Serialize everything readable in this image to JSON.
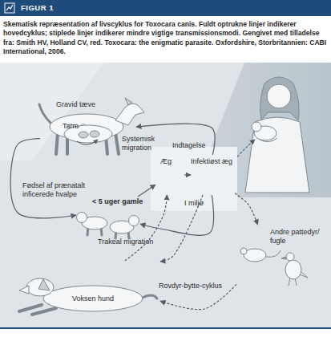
{
  "diagram": {
    "title": "FIGUR 1",
    "caption": "Skematisk repræsentation af livscyklus for Toxocara canis. Fuldt optrukne linjer indikerer hovedcyklus; stiplede linjer indikerer mindre vigtige transmissionsmodi. Gengivet med tilladelse fra: Smith HV, Holland CV, red. Toxocara: the enigmatic parasite. Oxfordshire, Storbritannien: CABI International, 2006.",
    "nodes": [
      {
        "text": [
          "Gravid tæve"
        ]
      },
      {
        "text": [
          "I miljø"
        ]
      },
      {
        "text": [
          "Æg"
        ],
        "in": 1
      },
      {
        "text": [
          "Infektiøst æg"
        ],
        "in": 1
      },
      {
        "text": [
          "< 5 uger gamle"
        ]
      },
      {
        "text": [
          "Andre pattedyr/ fugle"
        ]
      },
      {
        "text": [
          "Voksen hund"
        ]
      }
    ],
    "edges": [
      {
        "from": 2,
        "to": 3,
        "arrow": "to"
      },
      {
        "from": 3,
        "to": 0,
        "label": "Indtagelse",
        "arrow": "to"
      },
      {
        "from": 0,
        "to": 4,
        "label": "Fødsel af prænatalt inficerede hvalpe",
        "arrow": "to"
      },
      {
        "from": 4,
        "to": 2,
        "arrow": "to"
      },
      {
        "from": 3,
        "to": 4,
        "label": "Trakeal migration",
        "arrow": "to"
      },
      {
        "from": 3,
        "to": 5,
        "arrow": "to"
      },
      {
        "from": 5,
        "to": 6,
        "label": "Rovdyr-bytte-cyklus",
        "arrow": "to"
      },
      {
        "from": 3,
        "to": 6,
        "arrow": "to"
      },
      {
        "from": 6,
        "to": 2,
        "arrow": "to"
      }
    ],
    "labels": [
      "Tarm",
      "Systemisk migration"
    ]
  }
}
